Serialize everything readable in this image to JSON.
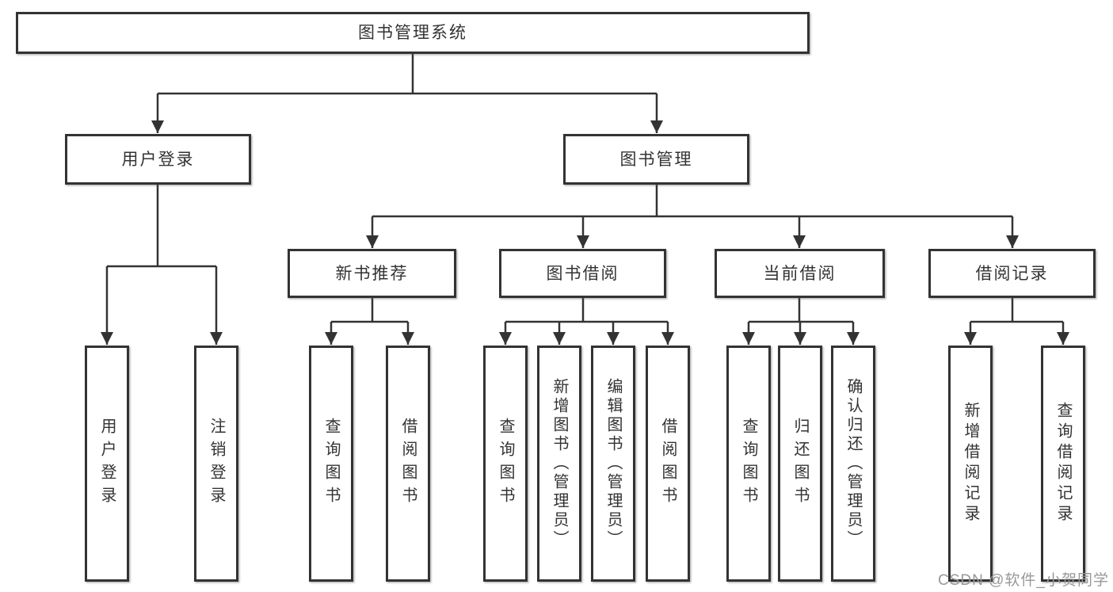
{
  "diagram_title": "图书管理系统",
  "root": {
    "label": "图书管理系统"
  },
  "level2": [
    {
      "label": "用户登录"
    },
    {
      "label": "图书管理"
    }
  ],
  "level3": [
    {
      "label": "新书推荐"
    },
    {
      "label": "图书借阅"
    },
    {
      "label": "当前借阅"
    },
    {
      "label": "借阅记录"
    }
  ],
  "leaves": [
    {
      "label": "用户登录"
    },
    {
      "label": "注销登录"
    },
    {
      "label": "查询图书"
    },
    {
      "label": "借阅图书"
    },
    {
      "label": "查询图书"
    },
    {
      "label": "新增图书（管理员）"
    },
    {
      "label": "编辑图书（管理员）"
    },
    {
      "label": "借阅图书"
    },
    {
      "label": "查询图书"
    },
    {
      "label": "归还图书"
    },
    {
      "label": "确认归还（管理员）"
    },
    {
      "label": "新增借阅记录"
    },
    {
      "label": "查询借阅记录"
    }
  ],
  "watermark": "CSDN @软件_小贺同学",
  "colors": {
    "line": "#333333",
    "box_border": "#333333",
    "box_fill": "#ffffff",
    "text": "#333333",
    "watermark": "#989898",
    "background": "#ffffff"
  }
}
